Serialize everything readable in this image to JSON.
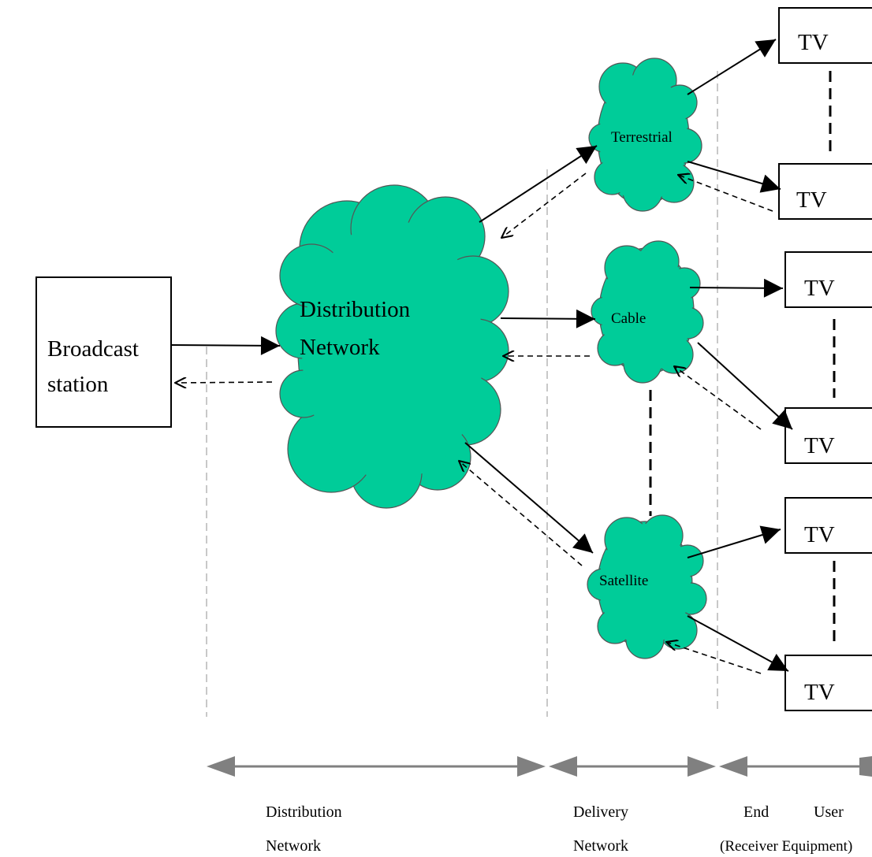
{
  "broadcast_station": {
    "line1": "Broadcast",
    "line2": "station"
  },
  "distribution_cloud": {
    "line1": "Distribution",
    "line2": "Network"
  },
  "delivery": {
    "terrestrial": "Terrestrial",
    "cable": "Cable",
    "satellite": "Satellite"
  },
  "tv_label": "TV",
  "sections": {
    "distribution": {
      "line1": "Distribution",
      "line2": "Network"
    },
    "delivery": {
      "line1": "Delivery",
      "line2": "Network"
    },
    "end_user": {
      "line1a": "End",
      "line1b": "User",
      "line2": "(Receiver Equipment)"
    }
  },
  "colors": {
    "cloud": "#00cc99",
    "arrow_gray": "#808080"
  }
}
